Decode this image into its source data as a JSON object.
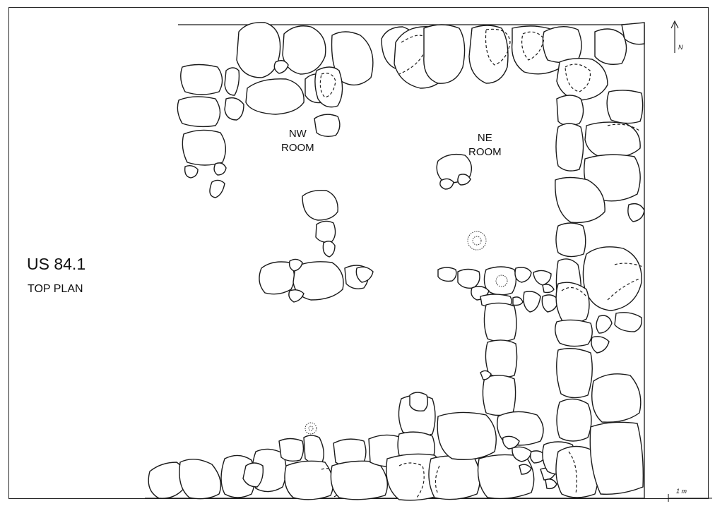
{
  "title": "US 84.1",
  "subtitle": "TOP PLAN",
  "rooms": {
    "nw": [
      "NW",
      "ROOM"
    ],
    "ne": [
      "NE",
      "ROOM"
    ]
  },
  "north_label": "N",
  "scale_label": "1 m",
  "stroke_color": "#1a1a1a",
  "background_color": "#ffffff"
}
